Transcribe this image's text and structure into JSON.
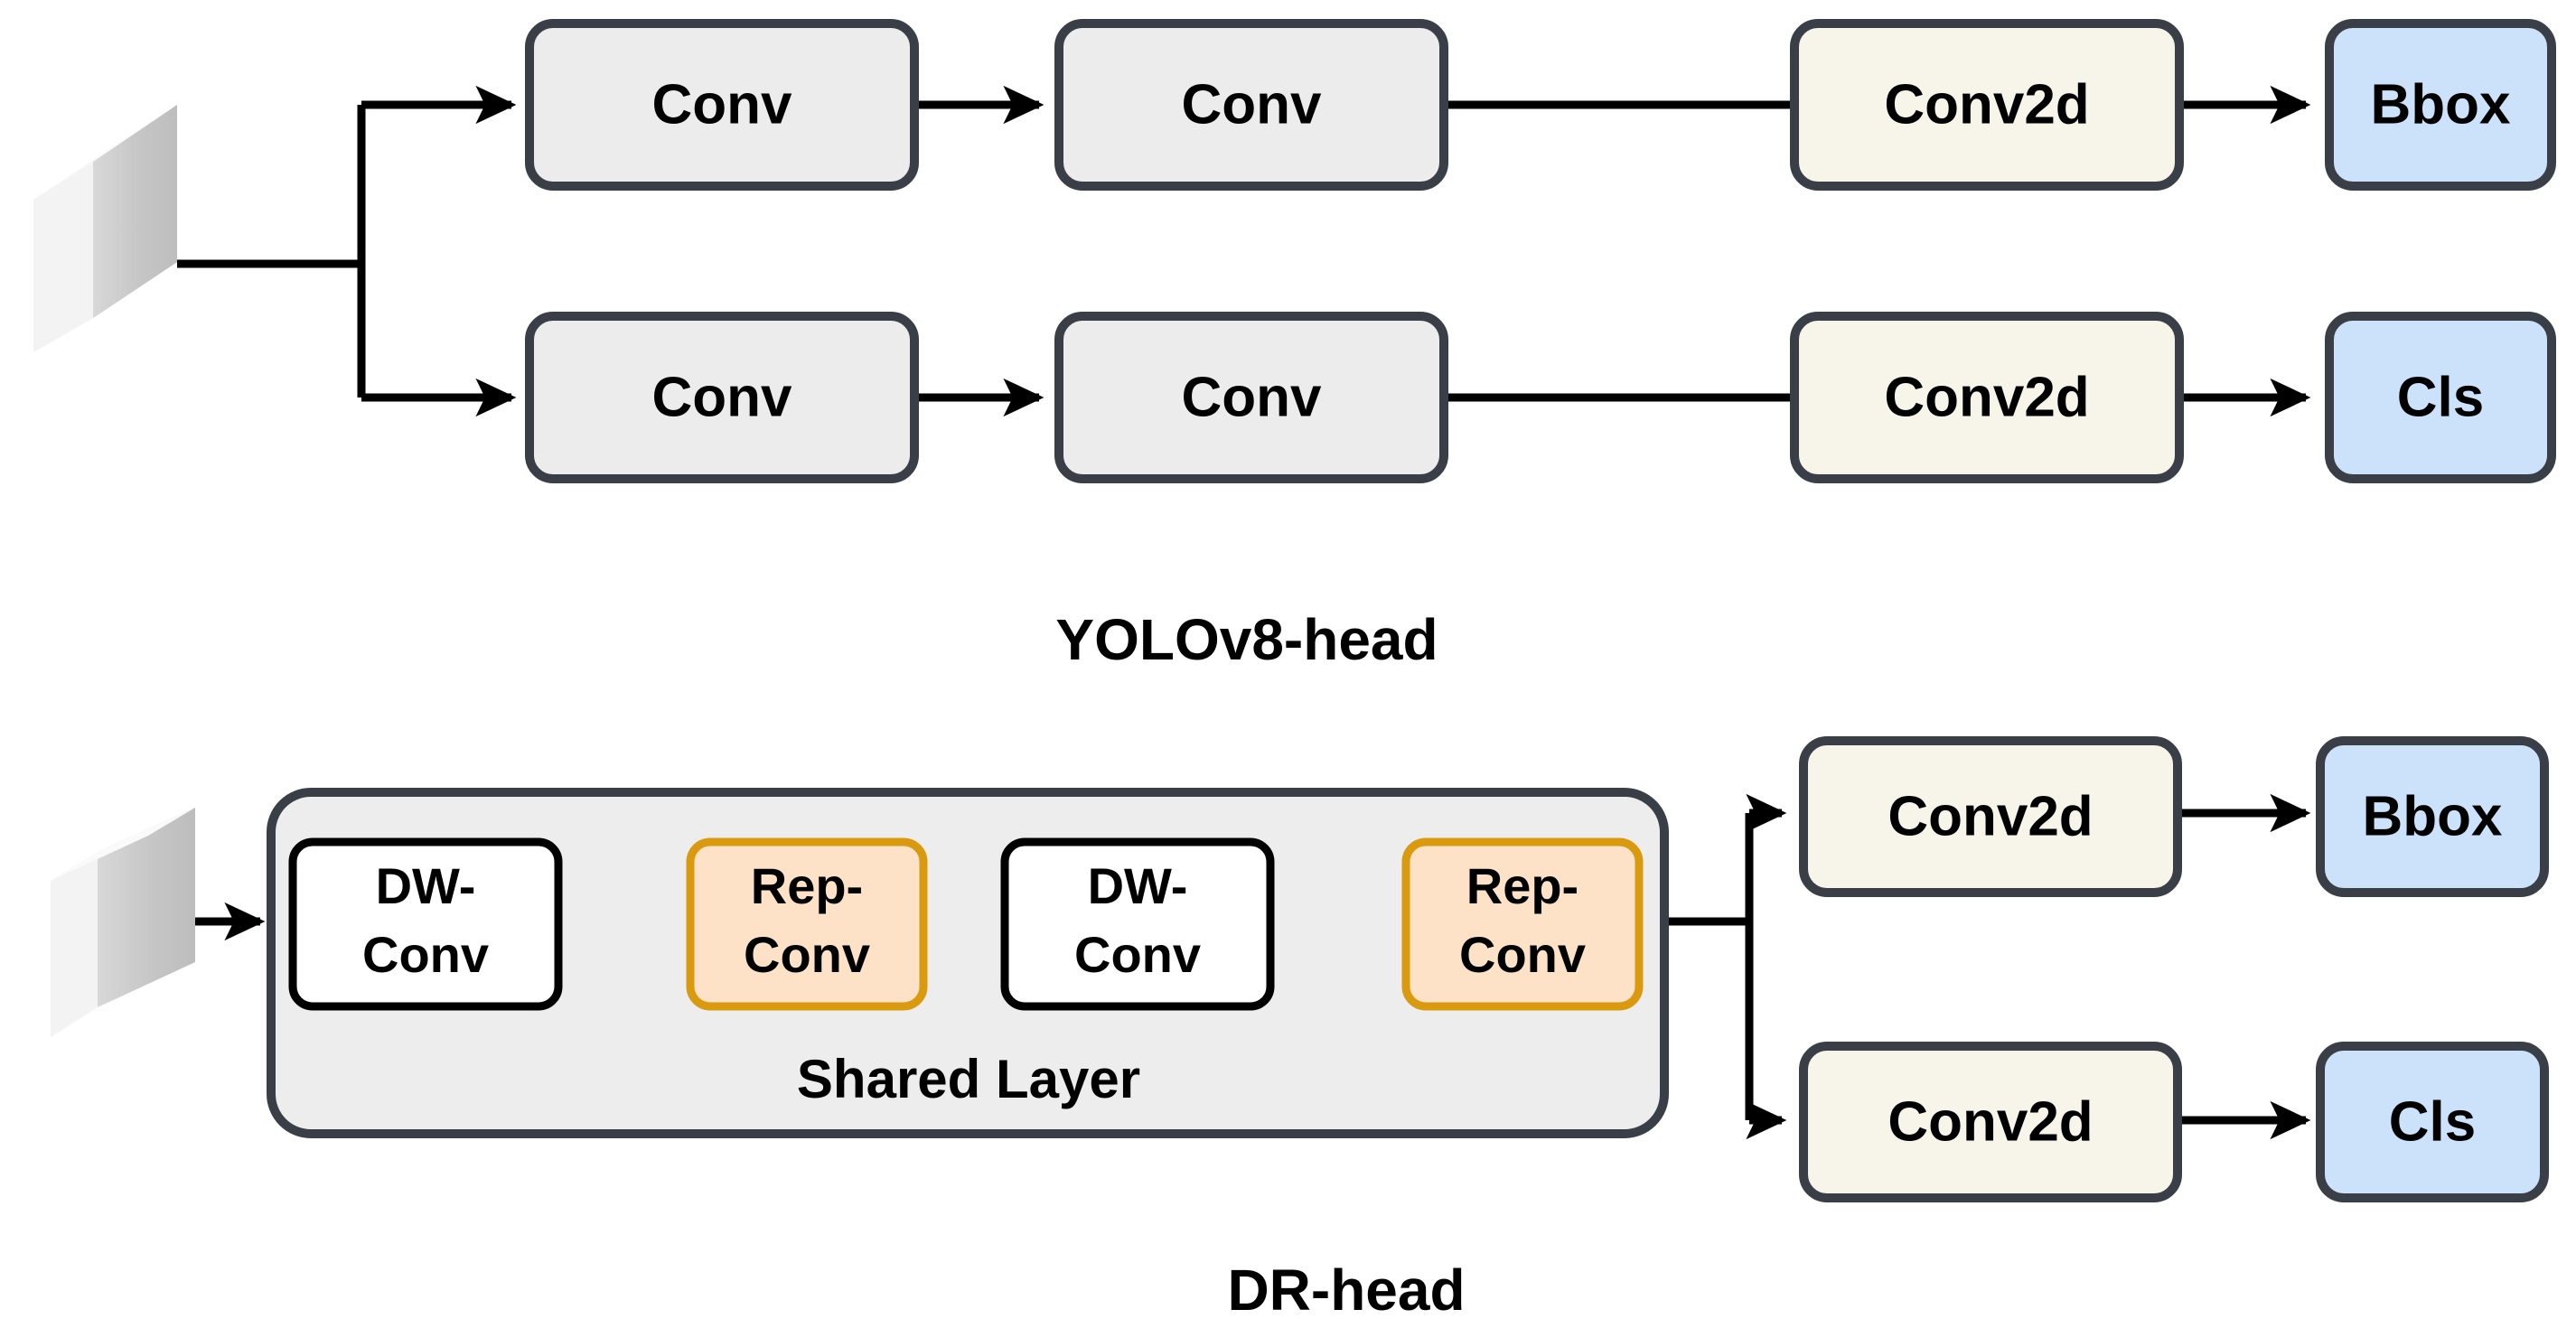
{
  "figure": {
    "background": "#ffffff",
    "sections": [
      {
        "id": "yolov8-head",
        "caption": "YOLOv8-head",
        "input_tensor": "feature-map-cube",
        "branches": [
          {
            "id": "bbox-branch",
            "nodes": [
              "Conv",
              "Conv",
              "Conv2d",
              "Bbox"
            ]
          },
          {
            "id": "cls-branch",
            "nodes": [
              "Conv",
              "Conv",
              "Conv2d",
              "Cls"
            ]
          }
        ]
      },
      {
        "id": "dr-head",
        "caption": "DR-head",
        "input_tensor": "feature-map-cube",
        "shared_layer": {
          "label": "Shared Layer",
          "nodes": [
            "DW-Conv",
            "Rep-Conv",
            "DW-Conv",
            "Rep-Conv"
          ]
        },
        "branches": [
          {
            "id": "bbox-branch",
            "nodes": [
              "Conv2d",
              "Bbox"
            ]
          },
          {
            "id": "cls-branch",
            "nodes": [
              "Conv2d",
              "Cls"
            ]
          }
        ]
      }
    ]
  },
  "nodes": {
    "top_conv_1a": "Conv",
    "top_conv_2a": "Conv",
    "top_conv2d_a": "Conv2d",
    "top_bbox": "Bbox",
    "top_conv_1b": "Conv",
    "top_conv_2b": "Conv",
    "top_conv2d_b": "Conv2d",
    "top_cls": "Cls",
    "dw_conv_1_line1": "DW-",
    "dw_conv_1_line2": "Conv",
    "rep_conv_1_line1": "Rep-",
    "rep_conv_1_line2": "Conv",
    "dw_conv_2_line1": "DW-",
    "dw_conv_2_line2": "Conv",
    "rep_conv_2_line1": "Rep-",
    "rep_conv_2_line2": "Conv",
    "shared_layer_label": "Shared Layer",
    "bot_conv2d_a": "Conv2d",
    "bot_bbox": "Bbox",
    "bot_conv2d_b": "Conv2d",
    "bot_cls": "Cls"
  },
  "captions": {
    "yolov8": "YOLOv8-head",
    "drhead": "DR-head"
  },
  "colors": {
    "box_border_dark": "#3a3f47",
    "box_fill_gray": "#ececec",
    "box_fill_cream": "#f7f4ea",
    "box_fill_blue": "#cbe2fa",
    "box_fill_peach": "#fde2c8",
    "box_border_orange": "#d99a10",
    "box_border_black": "#000000",
    "box_fill_white": "#ffffff",
    "shared_fill": "#ededed",
    "cube_front": "#c9c9c9",
    "cube_side": "#f2f2f2",
    "cube_top": "#f7f7f7",
    "edge_stroke": "#000000",
    "text_color": "#000000"
  }
}
